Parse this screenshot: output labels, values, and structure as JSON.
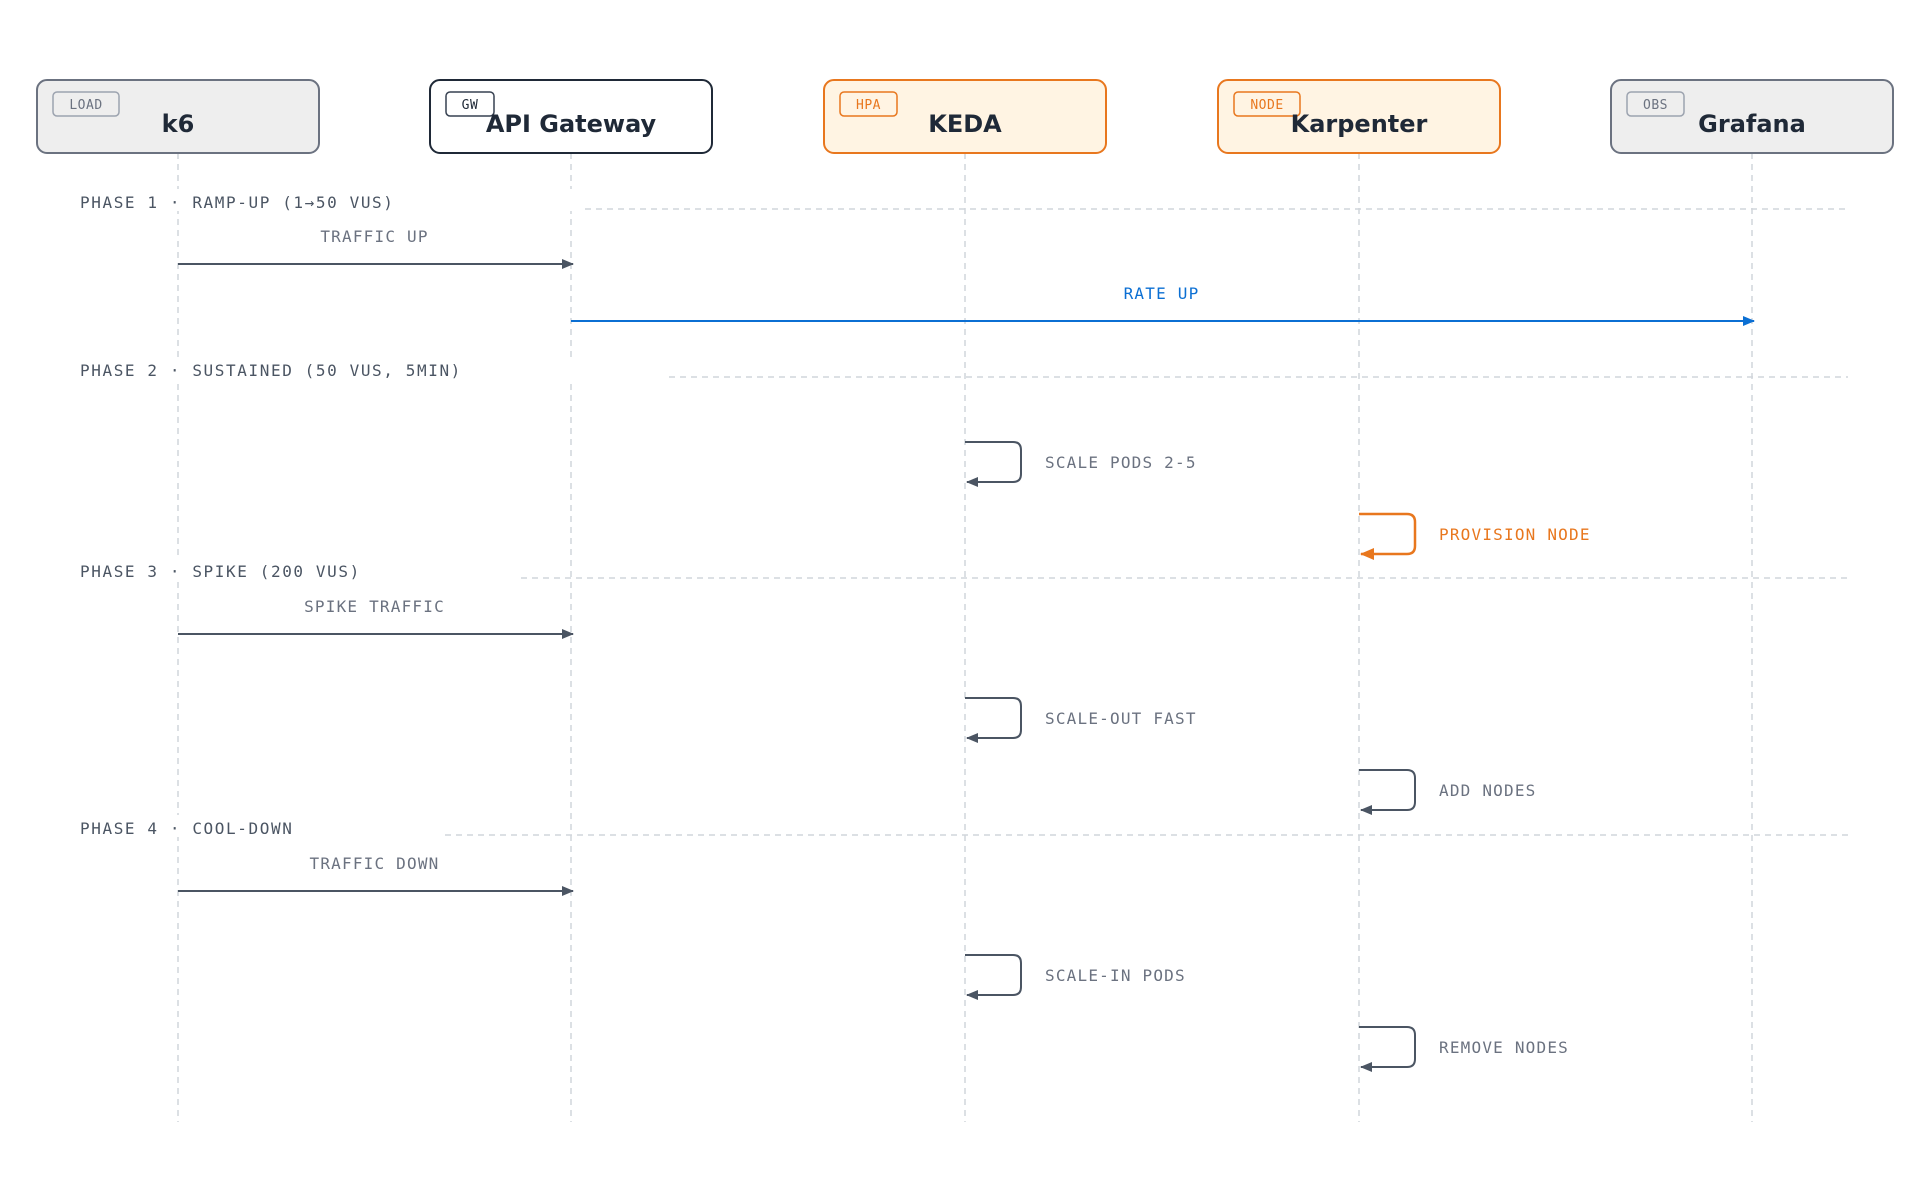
{
  "colors": {
    "ink": "#1f2937",
    "muted": "#6b7280",
    "arrow": "#4b5563",
    "lifeline": "#d1d5db",
    "accent_orange": "#e8771e",
    "accent_blue": "#0b6fd3"
  },
  "actors": [
    {
      "id": "k6",
      "tag": "LOAD",
      "name": "k6",
      "style": "gray"
    },
    {
      "id": "gateway",
      "tag": "GW",
      "name": "API Gateway",
      "style": "outline"
    },
    {
      "id": "keda",
      "tag": "HPA",
      "name": "KEDA",
      "style": "orange"
    },
    {
      "id": "karpenter",
      "tag": "NODE",
      "name": "Karpenter",
      "style": "orange"
    },
    {
      "id": "grafana",
      "tag": "OBS",
      "name": "Grafana",
      "style": "gray"
    }
  ],
  "phases": [
    {
      "label": "PHASE 1 · RAMP-UP (1→50 VUS)"
    },
    {
      "label": "PHASE 2 · SUSTAINED (50 VUS, 5MIN)"
    },
    {
      "label": "PHASE 3 · SPIKE (200 VUS)"
    },
    {
      "label": "PHASE 4 · COOL-DOWN"
    }
  ],
  "messages": [
    {
      "from": "k6",
      "to": "gateway",
      "label": "TRAFFIC UP",
      "color": "default"
    },
    {
      "from": "gateway",
      "to": "grafana",
      "label": "RATE UP",
      "color": "blue"
    },
    {
      "from": "keda",
      "to": "keda",
      "label": "SCALE PODS 2-5",
      "color": "default"
    },
    {
      "from": "karpenter",
      "to": "karpenter",
      "label": "PROVISION NODE",
      "color": "orange"
    },
    {
      "from": "k6",
      "to": "gateway",
      "label": "SPIKE TRAFFIC",
      "color": "default"
    },
    {
      "from": "keda",
      "to": "keda",
      "label": "SCALE-OUT FAST",
      "color": "default"
    },
    {
      "from": "karpenter",
      "to": "karpenter",
      "label": "ADD NODES",
      "color": "default"
    },
    {
      "from": "k6",
      "to": "gateway",
      "label": "TRAFFIC DOWN",
      "color": "default"
    },
    {
      "from": "keda",
      "to": "keda",
      "label": "SCALE-IN PODS",
      "color": "default"
    },
    {
      "from": "karpenter",
      "to": "karpenter",
      "label": "REMOVE NODES",
      "color": "default"
    }
  ]
}
